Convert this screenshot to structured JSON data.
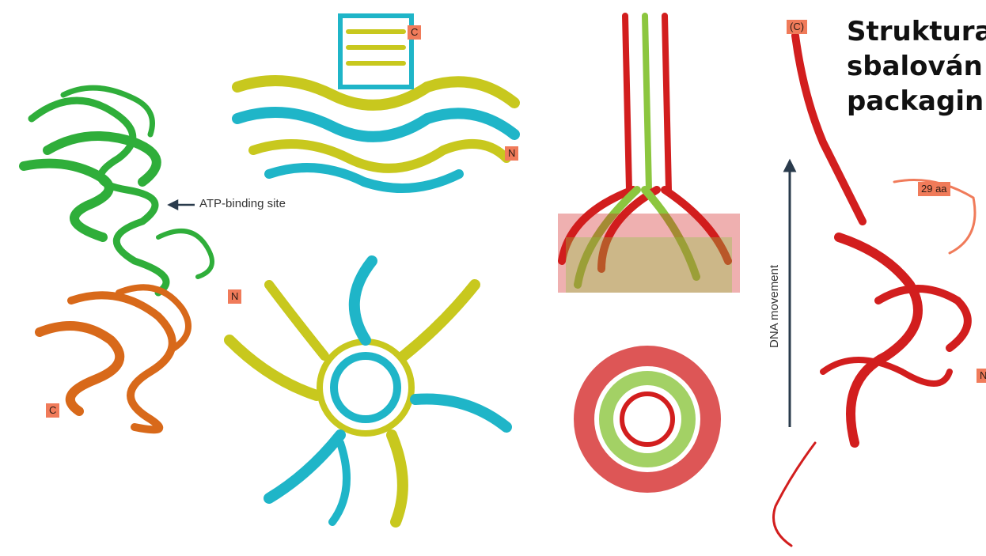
{
  "title_lines": [
    "Struktura",
    "sbalován",
    "packagin"
  ],
  "labels": {
    "atp_binding_site": "ATP-binding site",
    "dna_movement": "DNA movement",
    "aa_29": "29 aa",
    "c_top": "C",
    "n_top": "N",
    "n_green": "N",
    "c_orange": "C",
    "c_red": "(C)",
    "n_red": "N"
  },
  "colors": {
    "green": "#2fae3a",
    "orange": "#d8691a",
    "cyan": "#1fb5c8",
    "yellow": "#c8c81e",
    "red": "#d21e1e",
    "lime": "#8cc63f",
    "tag": "#f07b5a"
  }
}
